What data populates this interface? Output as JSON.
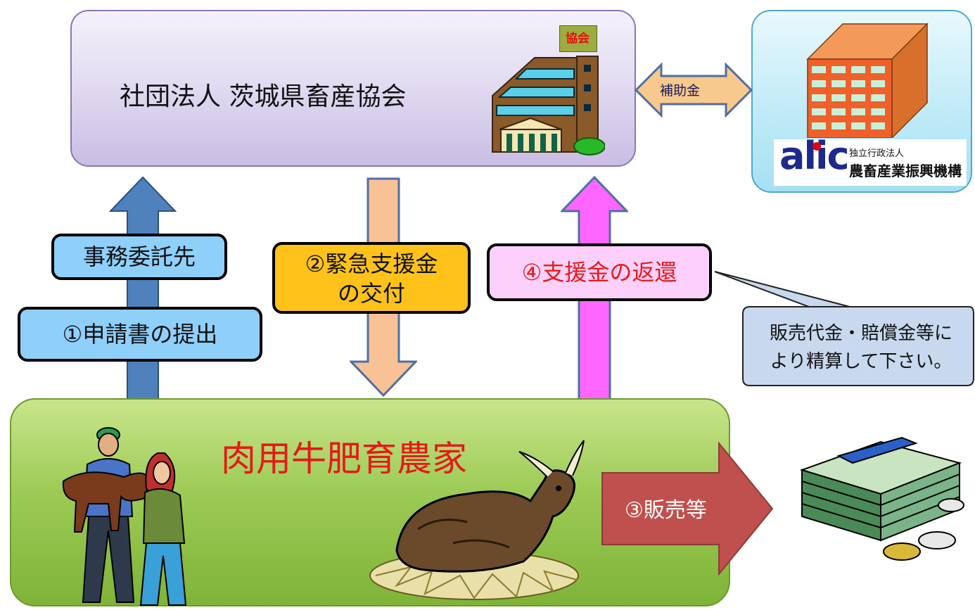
{
  "association": {
    "name": "社団法人 茨城県畜産協会",
    "sign": "協会"
  },
  "alic": {
    "logo": "alic",
    "sub1": "独立行政法人",
    "sub2": "農畜産業振興機構"
  },
  "subsidy": {
    "label": "補助金"
  },
  "farm": {
    "title": "肉用牛肥育農家"
  },
  "labels": {
    "office": "事務委託先",
    "application": "①申請書の提出",
    "grant_line1": "②緊急支援金",
    "grant_line2": "の交付",
    "sales": "③販売等",
    "return": "④支援金の返還"
  },
  "callout": {
    "line1": "販売代金・賠償金等に",
    "line2": "より精算して下さい。"
  },
  "colors": {
    "arrow_up_blue": "#4f81bd",
    "arrow_down_peach": "#f8c196",
    "arrow_up_magenta": "#ff66ff",
    "arrow_right_red": "#c0504d",
    "double_arrow": "#f8c98c"
  },
  "icons": [
    "office-building-icon",
    "alic-building-icon",
    "farmers-with-calf-icon",
    "resting-cow-icon",
    "money-stack-icon"
  ]
}
